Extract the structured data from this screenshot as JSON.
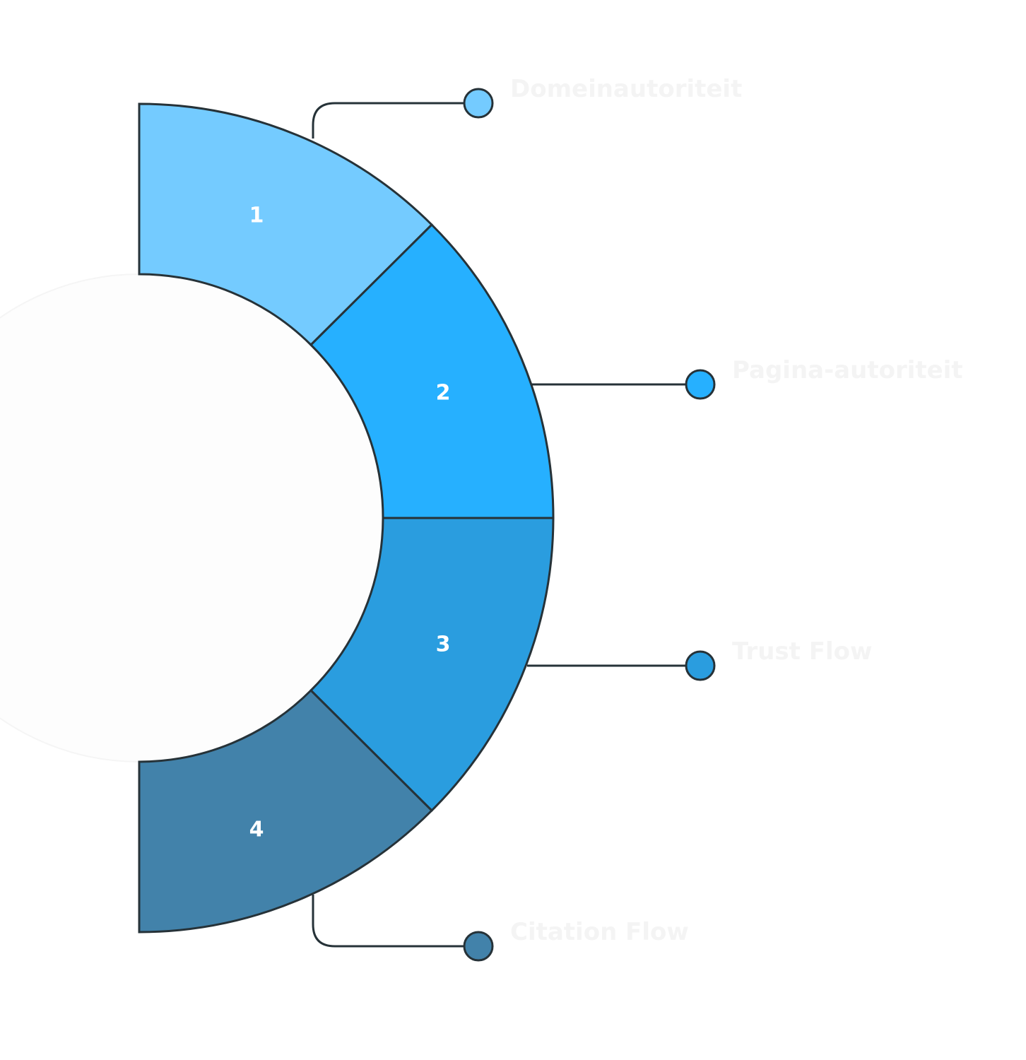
{
  "colors": {
    "outline": "#263238",
    "inner_circle": "#fdfdfd"
  },
  "segments": [
    {
      "number": "1",
      "label": "Domeinautoriteit",
      "color": "#74cbff"
    },
    {
      "number": "2",
      "label": "Pagina-autoriteit",
      "color": "#26b0ff"
    },
    {
      "number": "3",
      "label": "Trust Flow",
      "color": "#2a9ddf"
    },
    {
      "number": "4",
      "label": "Citation Flow",
      "color": "#4282aa"
    }
  ]
}
